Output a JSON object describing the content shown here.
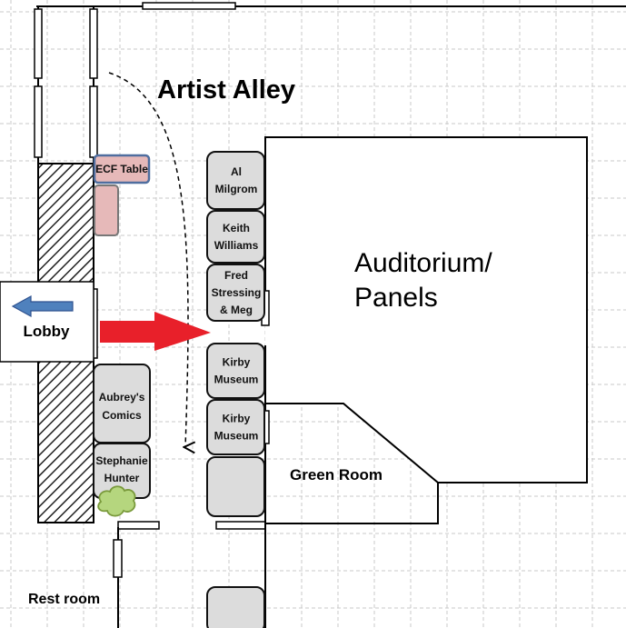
{
  "title": "Artist Alley",
  "rooms": {
    "auditorium_line1": "Auditorium/",
    "auditorium_line2": "Panels",
    "green_room": "Green Room",
    "lobby": "Lobby",
    "rest_room": "Rest room"
  },
  "ecf_table": "ECF Table",
  "booths": [
    {
      "line1": "Al",
      "line2": "Milgrom",
      "line3": ""
    },
    {
      "line1": "Keith",
      "line2": "Williams",
      "line3": ""
    },
    {
      "line1": "Fred",
      "line2": "Stressing",
      "line3": "& Meg"
    },
    {
      "line1": "Kirby",
      "line2": "Museum",
      "line3": ""
    },
    {
      "line1": "Kirby",
      "line2": "Museum",
      "line3": ""
    },
    {
      "line1": "",
      "line2": "",
      "line3": ""
    },
    {
      "line1": "",
      "line2": "",
      "line3": ""
    }
  ],
  "left_booths": [
    {
      "line1": "Aubrey's",
      "line2": "Comics"
    },
    {
      "line1": "Stephanie",
      "line2": "Hunter"
    }
  ],
  "colors": {
    "booth_fill": "#dcdcdc",
    "ecf_fill": "#e6b9b9",
    "entry_arrow": "#e8202a",
    "lobby_arrow": "#4f81bd",
    "plant": "#b5d67e",
    "grid": "#c8c8c8"
  },
  "icons": {
    "entry": "red-arrow-right-icon",
    "lobby": "blue-arrow-left-icon",
    "plant": "bush-icon",
    "path": "dashed-curved-arrow-icon"
  }
}
